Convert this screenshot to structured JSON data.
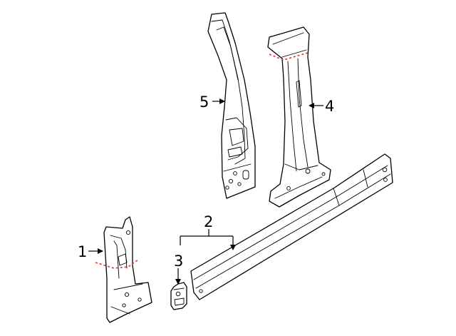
{
  "diagram": {
    "callouts": [
      {
        "id": "1",
        "label": "1"
      },
      {
        "id": "2",
        "label": "2"
      },
      {
        "id": "3",
        "label": "3"
      },
      {
        "id": "4",
        "label": "4"
      },
      {
        "id": "5",
        "label": "5"
      }
    ]
  },
  "colors": {
    "line": "#000000",
    "background": "#ffffff",
    "cut_line": "#e8302c"
  }
}
